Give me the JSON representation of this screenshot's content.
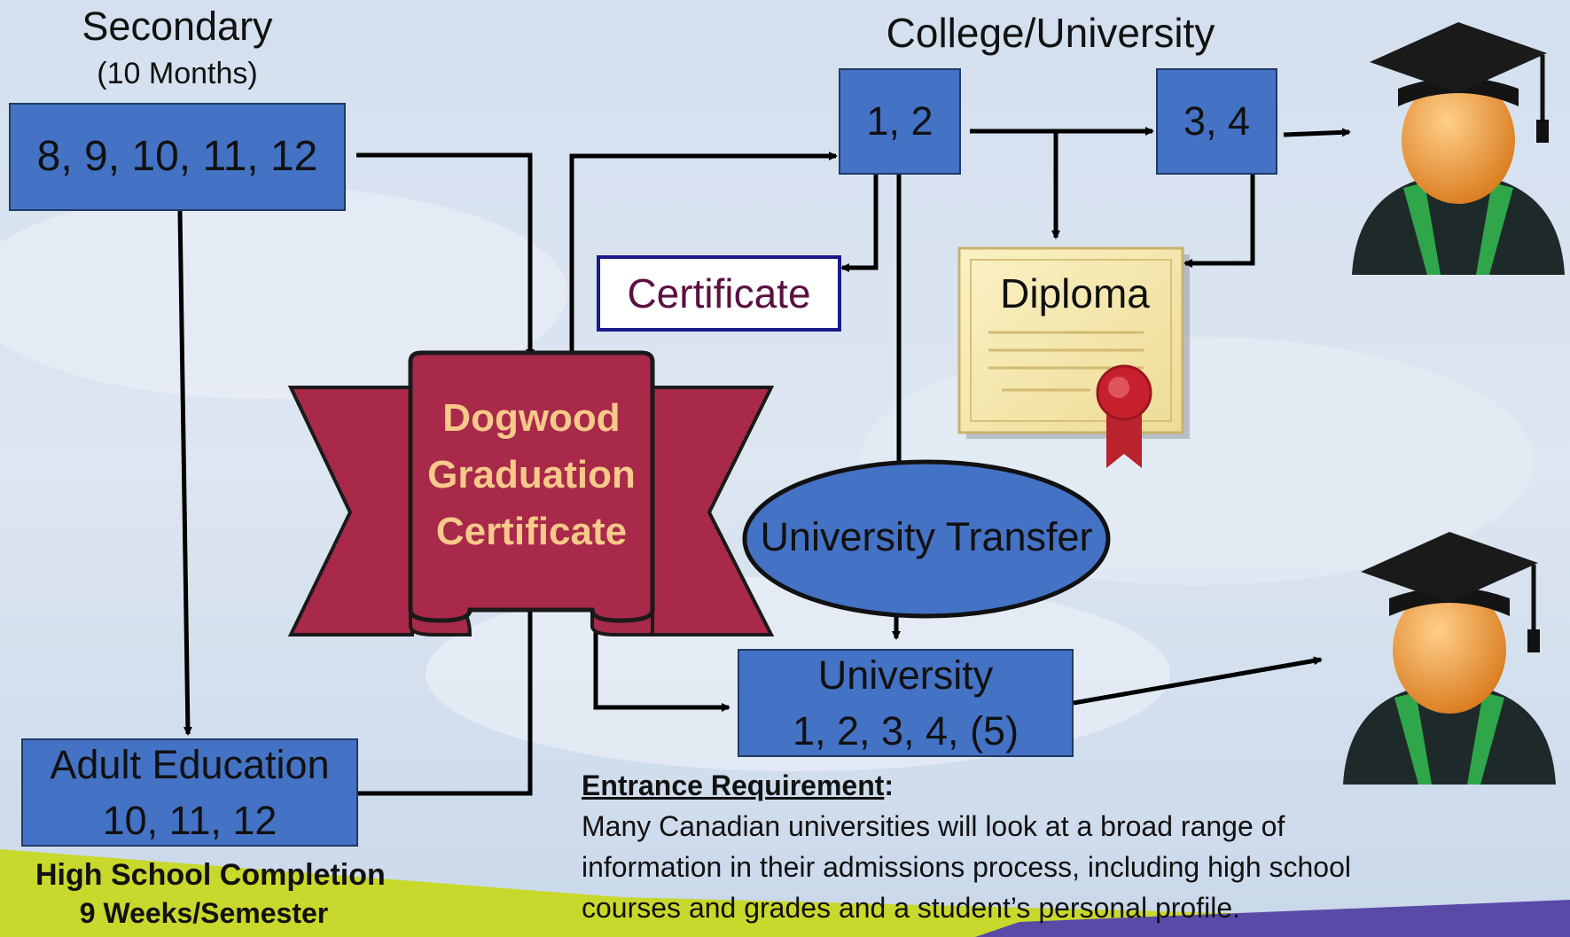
{
  "secondary": {
    "title": "Secondary",
    "duration": "(10 Months)",
    "grades": "8, 9, 10, 11, 12"
  },
  "college_university": {
    "title": "College/University",
    "years_1_2": "1, 2",
    "years_3_4": "3, 4"
  },
  "certificate": {
    "label": "Certificate"
  },
  "diploma": {
    "label": "Diploma"
  },
  "dogwood": {
    "line1": "Dogwood",
    "line2": "Graduation",
    "line3": "Certificate"
  },
  "university_transfer": {
    "label": "University Transfer"
  },
  "university": {
    "line1": "University",
    "line2": "1, 2, 3, 4, (5)"
  },
  "adult_education": {
    "line1": "Adult Education",
    "line2": "10, 11, 12",
    "caption1": "High School Completion",
    "caption2": "9 Weeks/Semester"
  },
  "entrance": {
    "heading": "Entrance Requirement",
    "colon": ":",
    "line1": "Many Canadian universities will look at a broad range of",
    "line2": "information in their admissions process, including high school",
    "line3": "courses and grades and a student’s personal profile."
  },
  "colors": {
    "box_fill": "#4472c4",
    "dogwood_fill": "#a8294a",
    "dogwood_text": "#f7c98a",
    "certificate_text": "#5a1040",
    "certificate_border": "#1a1a8c"
  },
  "icons": [
    "graduate-icon",
    "diploma-scroll-icon",
    "ribbon-banner-icon"
  ]
}
